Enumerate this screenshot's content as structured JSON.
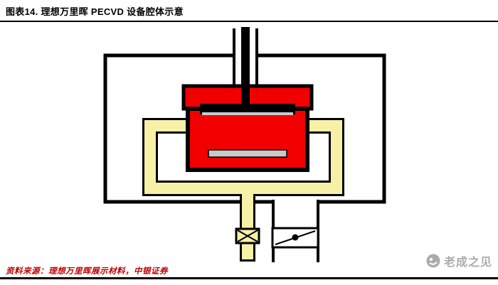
{
  "figure": {
    "title": "图表14. 理想万里晖 PECVD 设备腔体示意",
    "source": "资料来源：理想万里晖展示材料，中银证券",
    "watermark": "老成之见",
    "colors": {
      "chamber_red": "#F20000",
      "channel_yellow": "#F6F1A7",
      "plate_gray": "#C9C9C9",
      "line_black": "#000000",
      "source_text": "#BF0000",
      "watermark_gray": "#ABABAB"
    },
    "diagram": {
      "type": "schematic",
      "parts": [
        "chamber-wall",
        "shaft-tube",
        "shaft-rod",
        "electrode-top-plate",
        "electrode-body",
        "showerhead-plate",
        "substrate-plate",
        "gas-channel-loop",
        "exhaust-pipe",
        "exhaust-valve",
        "pump-duct",
        "pump-butterfly-valve"
      ]
    }
  }
}
